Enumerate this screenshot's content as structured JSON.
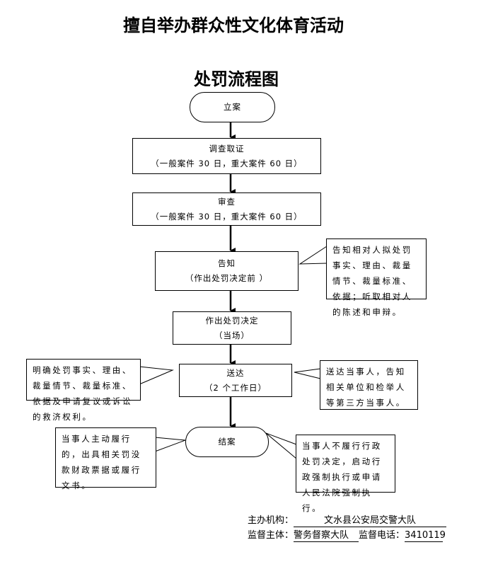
{
  "title": {
    "line1": "擅自举办群众性文化体育活动",
    "line2": "处罚流程图"
  },
  "steps": [
    {
      "label": "立案",
      "note": ""
    },
    {
      "label": "调查取证",
      "note": "（一般案件 30 日，重大案件 60 日）"
    },
    {
      "label": "审查",
      "note": "（一般案件 30 日，重大案件 60 日）"
    },
    {
      "label": "告知",
      "note": "（作出处罚决定前 ）"
    },
    {
      "label": "作出处罚决定",
      "note": "（当场）"
    },
    {
      "label": "送达",
      "note": "（2 个工作日）"
    },
    {
      "label": "结案",
      "note": ""
    }
  ],
  "callouts": {
    "notify": "告知相对人拟处罚事实、理由、裁量情节、裁量标准、依据；听取相对人的陈述和申辩。",
    "deliver_left": "明确处罚事实、理由、裁量情节、裁量标准、依据及申请复议或诉讼的救济权利。",
    "deliver_right": "送达当事人，告知相关单位和检举人等第三方当事人。",
    "close_left": "当事人主动履行的，出具相关罚没款财政票据或履行文书。",
    "close_right": "当事人不履行行政处罚决定，启动行政强制执行或申请人民法院强制执行。"
  },
  "footer": {
    "org_label": "主办机构：",
    "org_value": "文水县公安局交警大队",
    "supervisor_label": "监督主体：",
    "supervisor_value": "警务督察大队",
    "phone_label": "监督电话：",
    "phone_value": "3410119"
  }
}
